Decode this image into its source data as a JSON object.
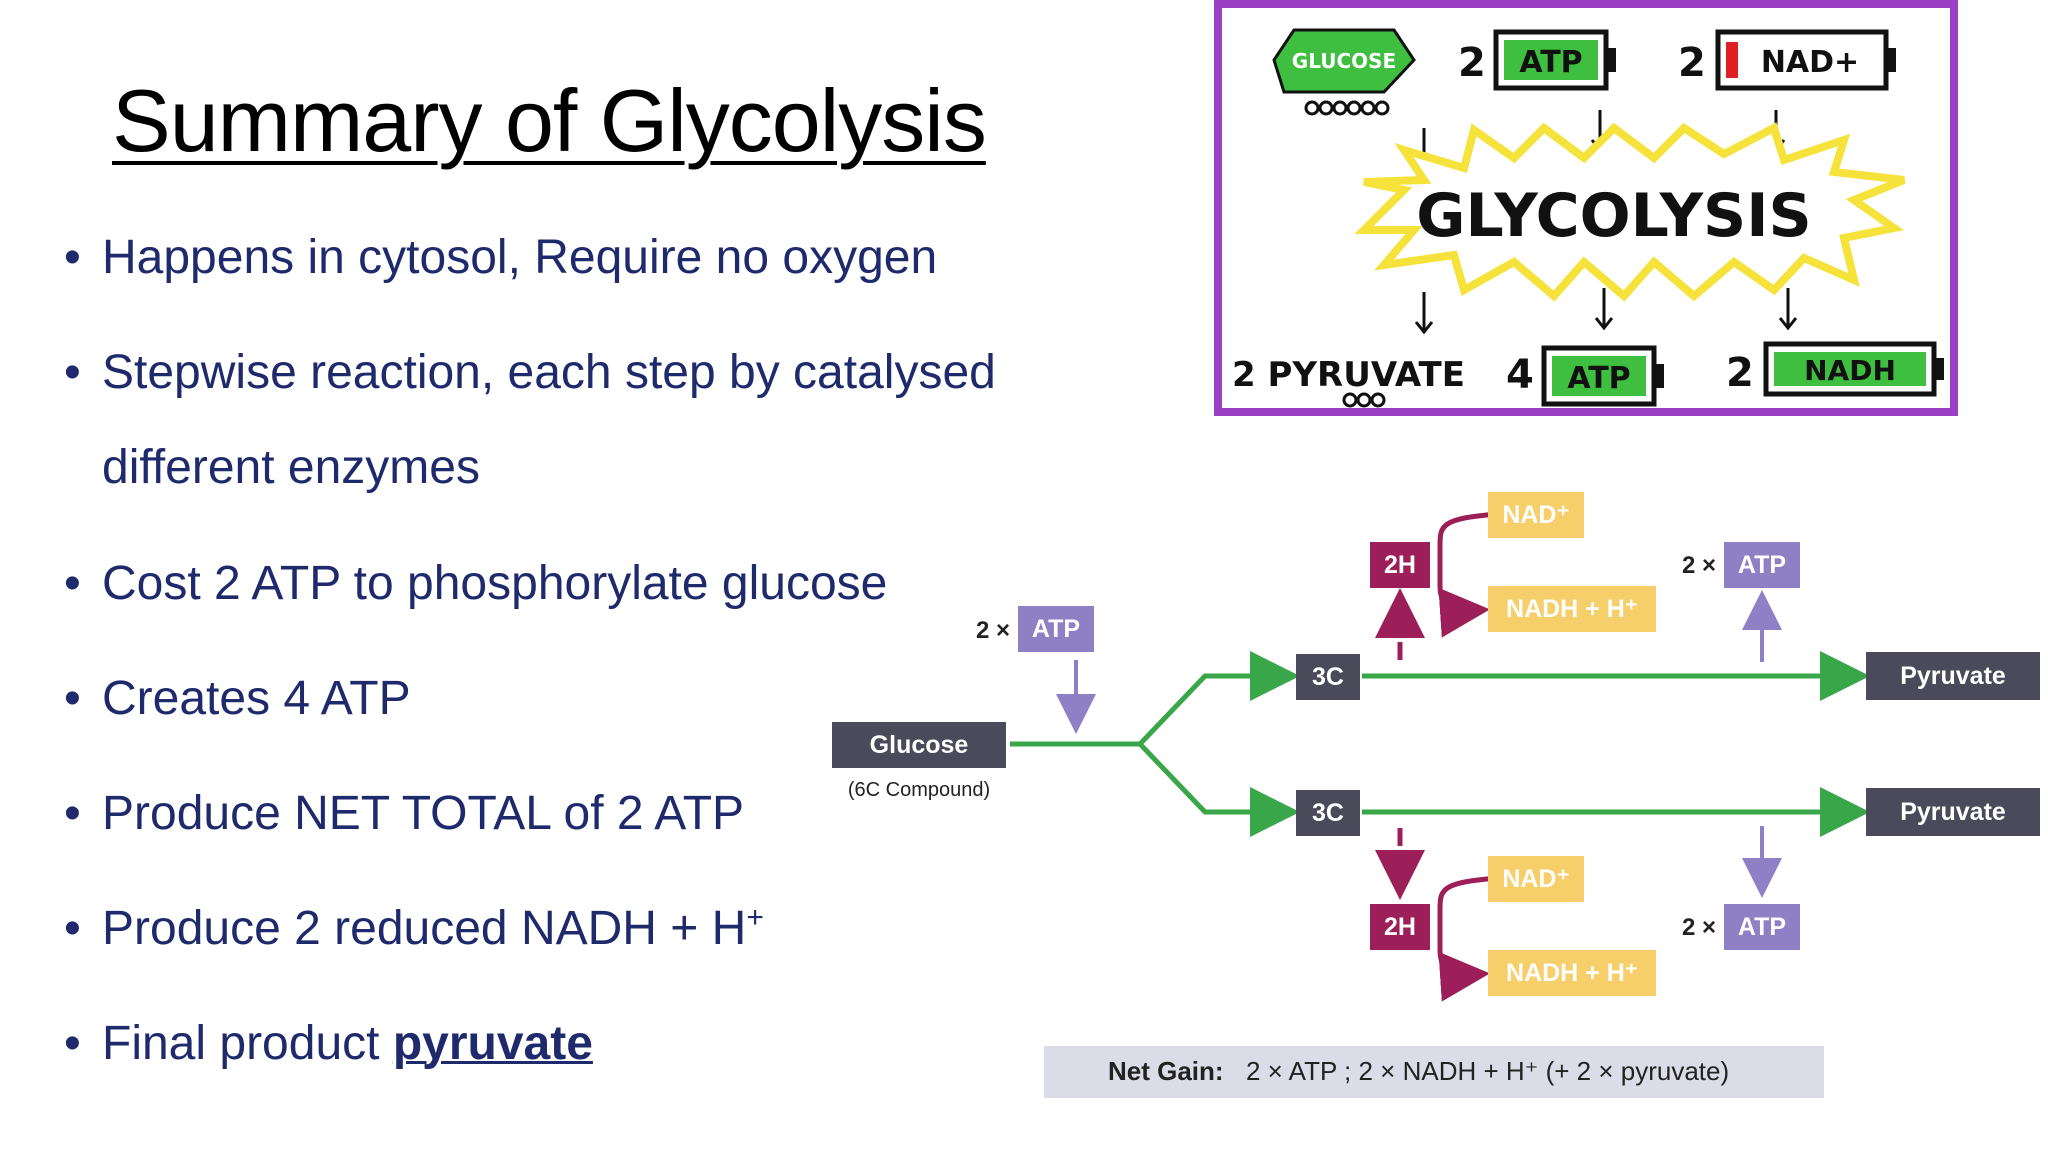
{
  "slide": {
    "title": "Summary of Glycolysis",
    "bullets": [
      {
        "dot": "•",
        "text": "Happens in cytosol, Require no oxygen"
      },
      {
        "dot": "•",
        "text": "Stepwise reaction, each step by catalysed"
      },
      {
        "dot": "",
        "text": "different enzymes"
      },
      {
        "dot": "•",
        "text": "Cost 2 ATP to phosphorylate glucose"
      },
      {
        "dot": "•",
        "text": "Creates 4 ATP"
      },
      {
        "dot": "•",
        "text": "Produce NET TOTAL of 2 ATP"
      },
      {
        "dot": "•",
        "text": "Produce 2 reduced NADH + H",
        "sup": "+"
      },
      {
        "dot": "•",
        "text": "Final product ",
        "bold": "pyruvate"
      }
    ]
  },
  "cartoon": {
    "glucose": "GLUCOSE",
    "in_atp_count": "2",
    "in_atp": "ATP",
    "in_nad_count": "2",
    "in_nad": "NAD+",
    "center": "GLYCOLYSIS",
    "out_pyruvate": "2 PYRUVATE",
    "out_atp_count": "4",
    "out_atp": "ATP",
    "out_nadh_count": "2",
    "out_nadh": "NADH",
    "border_color": "#9b3fc4",
    "atp_green": "#3fbf3f",
    "star_color": "#f5e23a"
  },
  "flow": {
    "glucose": "Glucose",
    "glucose_sub": "(6C Compound)",
    "atp_in_prefix": "2 ×",
    "atp_in": "ATP",
    "c3_top": "3C",
    "c3_bottom": "3C",
    "h2_top": "2H",
    "h2_bottom": "2H",
    "nad_top": "NAD⁺",
    "nadh_top": "NADH + H⁺",
    "nad_bottom": "NAD⁺",
    "nadh_bottom": "NADH + H⁺",
    "atp_out_top_prefix": "2 ×",
    "atp_out_top": "ATP",
    "atp_out_bottom_prefix": "2 ×",
    "atp_out_bottom": "ATP",
    "pyruvate_top": "Pyruvate",
    "pyruvate_bottom": "Pyruvate",
    "net_gain_label": "Net Gain:",
    "net_gain_text": "2 × ATP  ;  2 × NADH + H⁺  (+ 2 × pyruvate)",
    "colors": {
      "dark_box": "#4a4a5a",
      "green": "#3aa64a",
      "purple": "#8f7fc4",
      "maroon": "#9c1f5a",
      "yellow": "#f7cf6a"
    }
  }
}
